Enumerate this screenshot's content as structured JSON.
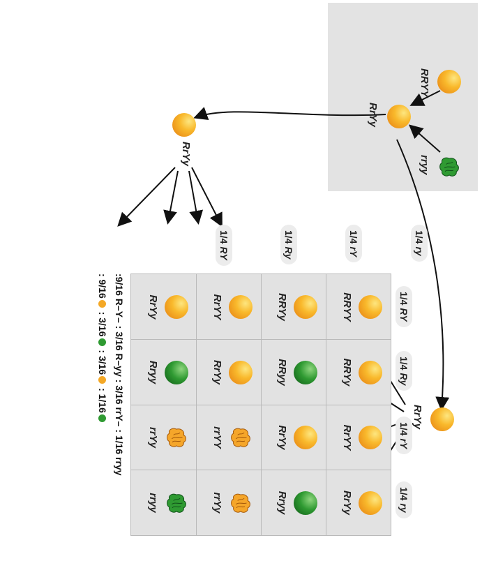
{
  "parental": {
    "p1_genotype": "RRYY",
    "p2_genotype": "rryy",
    "f1_genotype": "RrYy"
  },
  "f1_left_genotype": "RrYy",
  "f1_top_genotype": "RrYy",
  "gametes_left": [
    {
      "fraction": "1/4",
      "genotype": "RY"
    },
    {
      "fraction": "1/4",
      "genotype": "Ry"
    },
    {
      "fraction": "1/4",
      "genotype": "rY"
    },
    {
      "fraction": "1/4",
      "genotype": "ry"
    }
  ],
  "gametes_top": [
    {
      "fraction": "1/4",
      "genotype": "RY"
    },
    {
      "fraction": "1/4",
      "genotype": "Ry"
    },
    {
      "fraction": "1/4",
      "genotype": "rY"
    },
    {
      "fraction": "1/4",
      "genotype": "ry"
    }
  ],
  "punnett": [
    [
      {
        "genotype": "RRYY",
        "pea": "round-yellow"
      },
      {
        "genotype": "RRYy",
        "pea": "round-yellow"
      },
      {
        "genotype": "RrYY",
        "pea": "round-yellow"
      },
      {
        "genotype": "RrYy",
        "pea": "round-yellow"
      }
    ],
    [
      {
        "genotype": "RRYy",
        "pea": "round-yellow"
      },
      {
        "genotype": "RRyy",
        "pea": "round-green"
      },
      {
        "genotype": "RrYy",
        "pea": "round-yellow"
      },
      {
        "genotype": "Rryy",
        "pea": "round-green"
      }
    ],
    [
      {
        "genotype": "RrYY",
        "pea": "round-yellow"
      },
      {
        "genotype": "RrYy",
        "pea": "round-yellow"
      },
      {
        "genotype": "rrYY",
        "pea": "wrinkled-yellow"
      },
      {
        "genotype": "rrYy",
        "pea": "wrinkled-yellow"
      }
    ],
    [
      {
        "genotype": "RrYy",
        "pea": "round-yellow"
      },
      {
        "genotype": "Rryy",
        "pea": "round-green"
      },
      {
        "genotype": "rrYy",
        "pea": "wrinkled-yellow"
      },
      {
        "genotype": "rryy",
        "pea": "wrinkled-green"
      }
    ]
  ],
  "ratio_genotype_text": ":9/16 R–Y– : 3/16 R–yy : 3/16 rrY– : 1/16 rryy",
  "ratio_phenotype": [
    {
      "text": ": 9/16",
      "pea": "round-yellow"
    },
    {
      "text": ": 3/16",
      "pea": "round-green"
    },
    {
      "text": ": 3/16",
      "pea": "wrinkled-yellow"
    },
    {
      "text": ": 1/16",
      "pea": "wrinkled-green"
    }
  ],
  "colors": {
    "yellow": "#f9b92c",
    "green": "#2f9a32",
    "panel": "#e3e3e3"
  }
}
